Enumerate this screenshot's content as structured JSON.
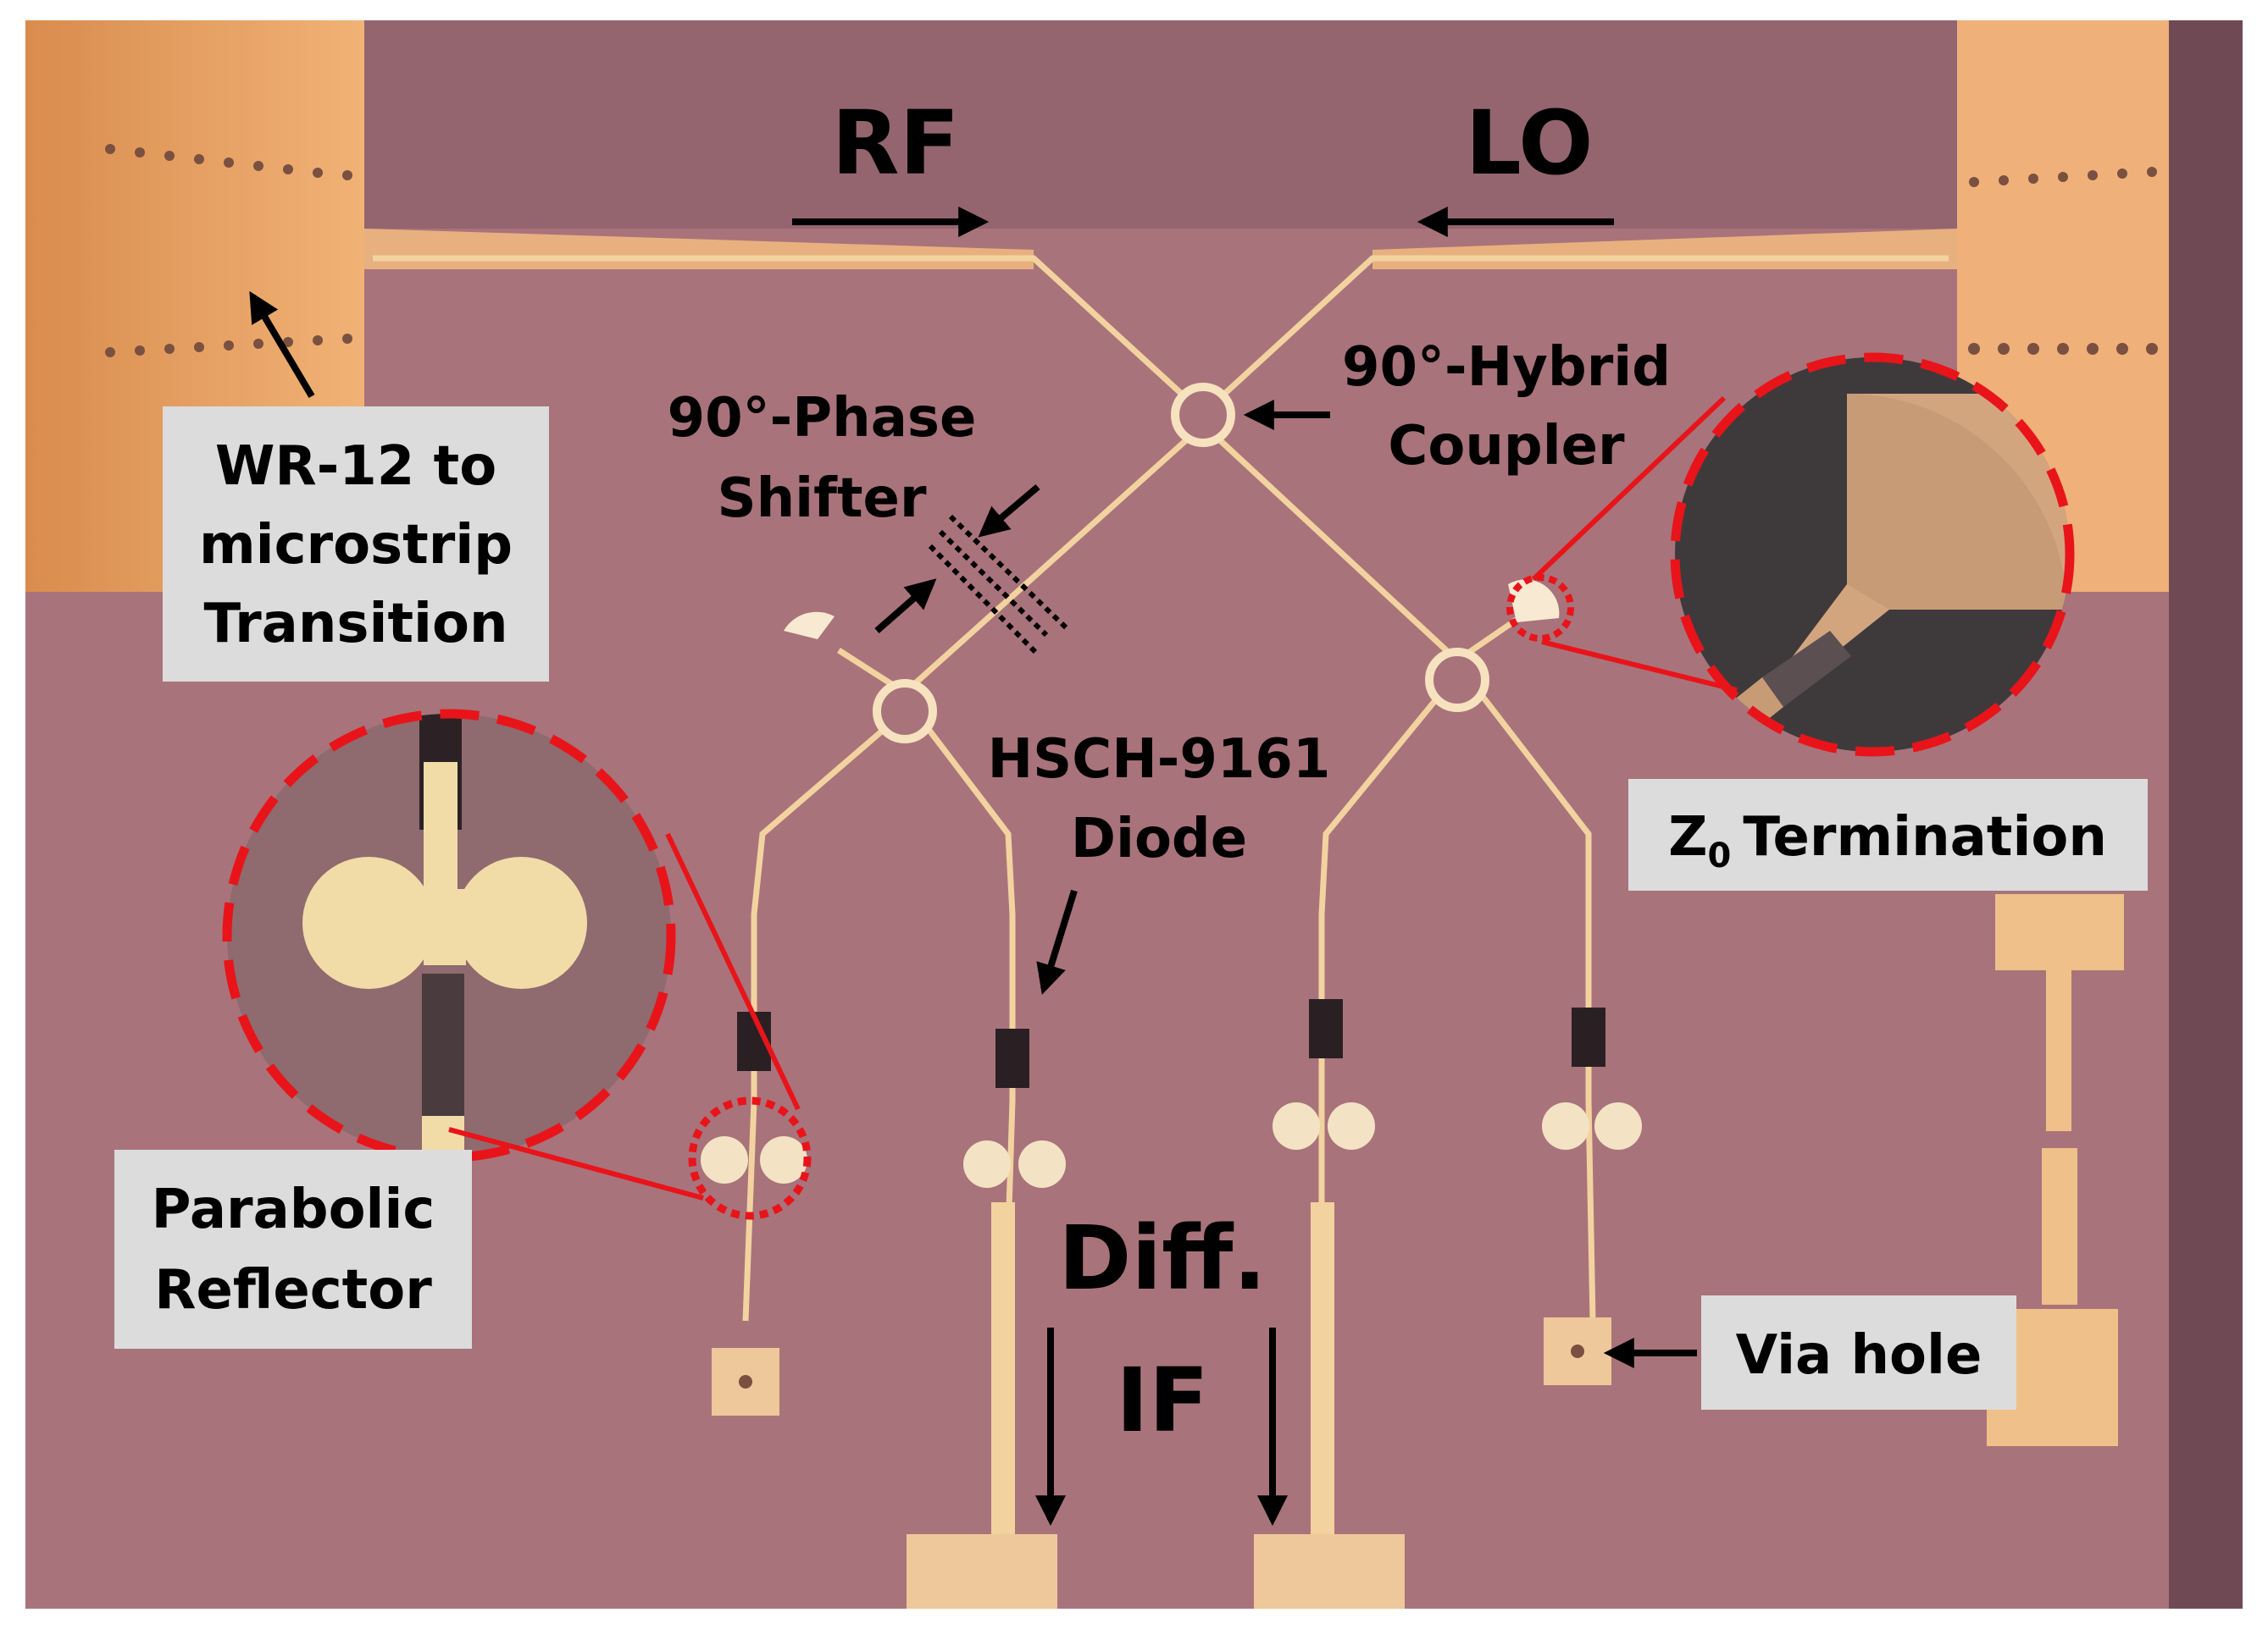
{
  "labels": {
    "rf": "RF",
    "lo": "LO",
    "hybrid_line1": "90°-Hybrid",
    "hybrid_line2": "Coupler",
    "phase_line1": "90°-Phase",
    "phase_line2": "Shifter",
    "transition_line1": "WR-12 to",
    "transition_line2": "microstrip",
    "transition_line3": "Transition",
    "diode_line1": "HSCH-9161",
    "diode_line2": "Diode",
    "termination_z": "Z",
    "termination_sub": "0",
    "termination_text": "Termination",
    "reflector_line1": "Parabolic",
    "reflector_line2": "Reflector",
    "if_line1": "Diff.",
    "if_line2": "IF",
    "via": "Via hole"
  },
  "colors": {
    "substrate": "#a9737b",
    "substrate_dark": "#7f5660",
    "metal": "#f2d3a0",
    "metal_edge": "#e7b985",
    "gold_block": "#eda566",
    "callout_box": "#dcdcdc",
    "highlight_red": "#e8141a"
  }
}
